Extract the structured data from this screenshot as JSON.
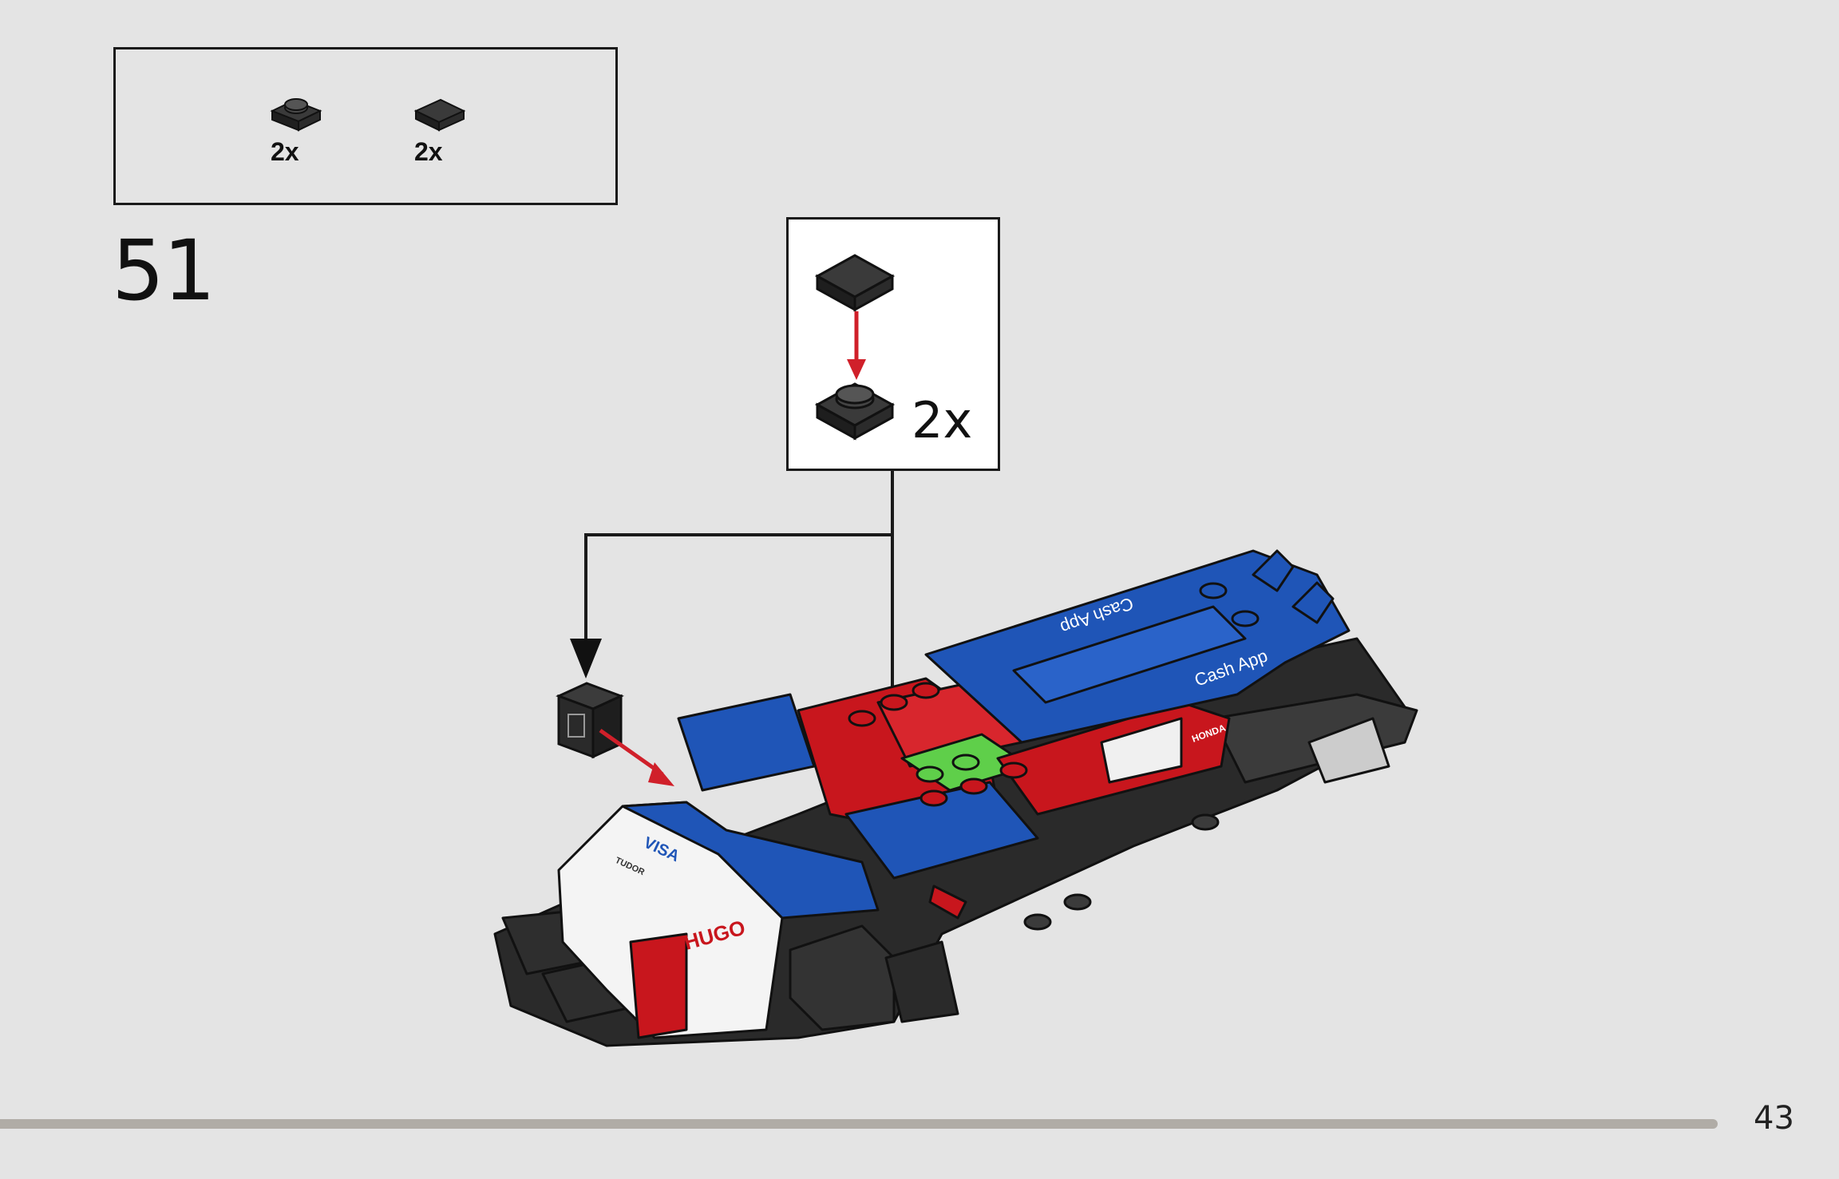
{
  "parts_list": {
    "items": [
      {
        "name": "plate-1x1-round-stud",
        "quantity": "2x",
        "color": "#2f2f2f"
      },
      {
        "name": "tile-1x1",
        "quantity": "2x",
        "color": "#2f2f2f"
      }
    ]
  },
  "step": {
    "number": "51"
  },
  "callout": {
    "quantity": "2x"
  },
  "page": {
    "number": "43"
  },
  "decals": {
    "cash_app": "Cash App",
    "visa": "VISA",
    "hugo": "HUGO",
    "honda": "HONDA",
    "tudor": "TUDOR"
  },
  "colors": {
    "background": "#e4e4e4",
    "arrow_red": "#d0202a",
    "brick_blue": "#1f55b7",
    "brick_red": "#c8161d",
    "brick_black": "#2a2a2a",
    "brick_green": "#5fcf4a"
  }
}
